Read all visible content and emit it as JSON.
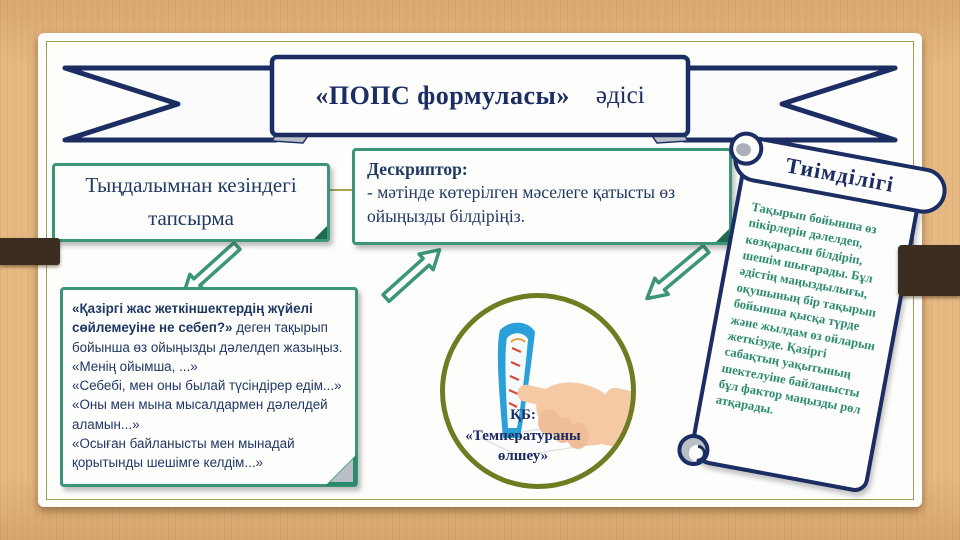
{
  "title": {
    "main": "«ПОПС формуласы»",
    "suffix": "әдісі"
  },
  "listening_box": {
    "text": "Тыңдалымнан кезіндегі тапсырма"
  },
  "descriptor_box": {
    "heading": "Дескриптор:",
    "body": "- мәтінде көтерілген мәселеге қатысты өз ойыңызды білдіріңіз."
  },
  "task_box": {
    "question_bold": "«Қазіргі жас жеткіншектердің жүйелі сөйлемеуіне не себеп?»",
    "question_rest": " деген тақырып бойынша өз ойыңызды дәлелдеп жазыңыз.",
    "lines": [
      "«Менің ойымша, ...»",
      "«Себебі, мен оны былай түсіндірер едім...»",
      "«Оны мен мына мысалдармен дәлелдей аламын...»",
      "«Осыған байланысты мен мынадай қорытынды шешімге келдім...»"
    ]
  },
  "assessment_circle": {
    "line1": "ҚБ:",
    "line2": "«Температураны өлшеу»"
  },
  "effectiveness_scroll": {
    "title": "Тиімділігі",
    "body": "Тақырып бойынша өз пікірлерін дәлелдеп, көзқарасын білдіріп, шешім шығарады. Бұл әдістің маңыздылығы, оқушының бір тақырып бойынша қысқа түрде және жылдам өз ойларын жеткізуде. Қазіргі сабақтың уақытының шектелуіне байланысты бұл фактор маңызды рөл атқарады."
  },
  "colors": {
    "navy": "#1b2d63",
    "navy_text": "#203864",
    "teal_border": "#3a9579",
    "teal_text": "#2e8b72",
    "olive_circle": "#6f7c22",
    "khaki_border": "#9d9d58",
    "tan_background": "#e2b177",
    "brown_tab": "#3b2e21"
  }
}
